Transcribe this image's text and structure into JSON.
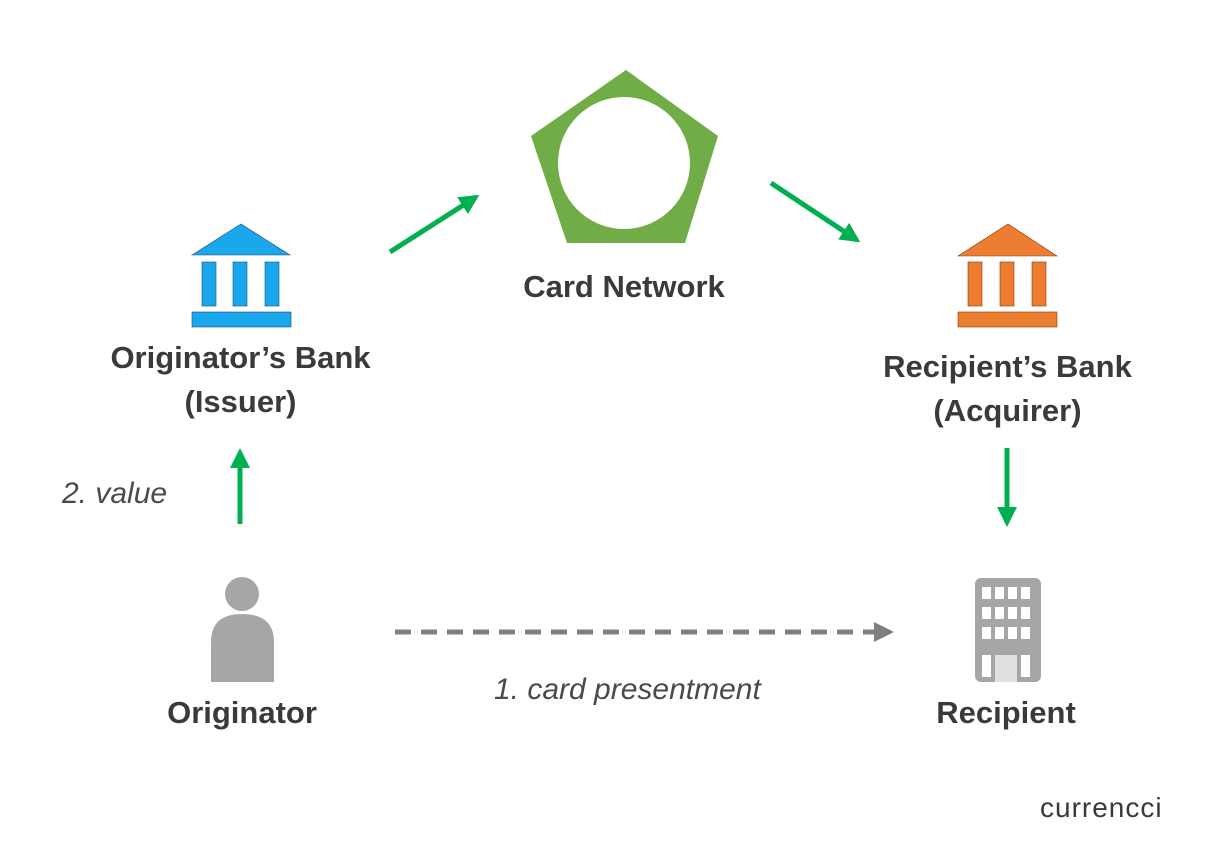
{
  "nodes": {
    "card_network": {
      "label": "Card Network",
      "icon": "card-network-pentagon-icon",
      "color": "#70ad47"
    },
    "originator_bank": {
      "label_line1": "Originator’s Bank",
      "label_line2": "(Issuer)",
      "icon": "bank-icon",
      "color": "#1aa7ec"
    },
    "recipient_bank": {
      "label_line1": "Recipient’s Bank",
      "label_line2": "(Acquirer)",
      "icon": "bank-icon",
      "color": "#ed7d31"
    },
    "originator": {
      "label": "Originator",
      "icon": "person-icon",
      "color": "#a6a6a6"
    },
    "recipient": {
      "label": "Recipient",
      "icon": "office-building-icon",
      "color": "#a6a6a6"
    }
  },
  "annotations": {
    "value": "2. value",
    "card_presentment": "1. card presentment"
  },
  "colors": {
    "flow_arrow": "#00b050",
    "dashed_arrow": "#7f7f7f",
    "label_text": "#3a3a3a"
  },
  "brand": "currencci"
}
